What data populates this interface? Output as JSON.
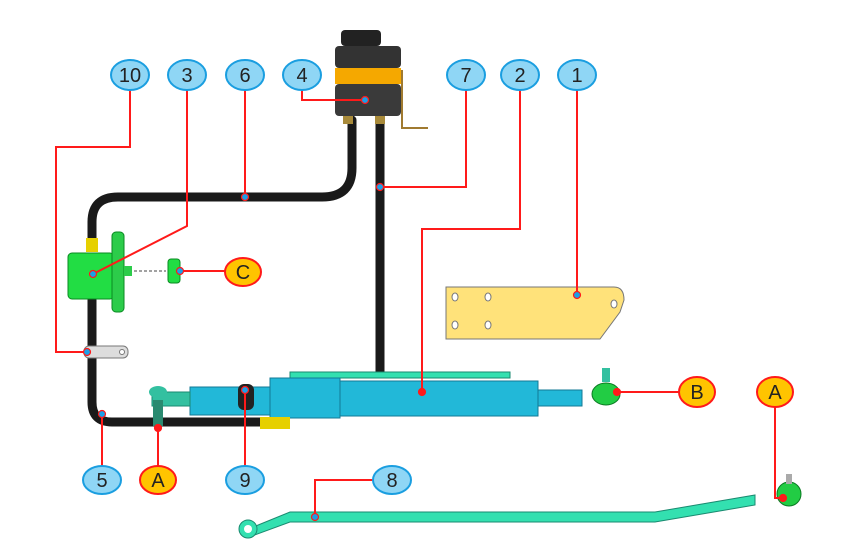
{
  "callouts": {
    "c10": "10",
    "c3": "3",
    "c6": "6",
    "c4": "4",
    "c7": "7",
    "c2": "2",
    "c1": "1",
    "cC": "C",
    "cB": "B",
    "cA_right": "A",
    "c5": "5",
    "cA_left": "A",
    "c9": "9",
    "c8": "8"
  },
  "colors": {
    "number_callout_fill": "#8fd6f5",
    "letter_callout_fill": "#ffc400",
    "leader_line": "#ff1a1a",
    "pump": "#22dd44",
    "cylinder": "#22b8d8",
    "tie_rod": "#33e0b0",
    "bracket": "#ffe27a",
    "reservoir_band": "#f5a800"
  }
}
